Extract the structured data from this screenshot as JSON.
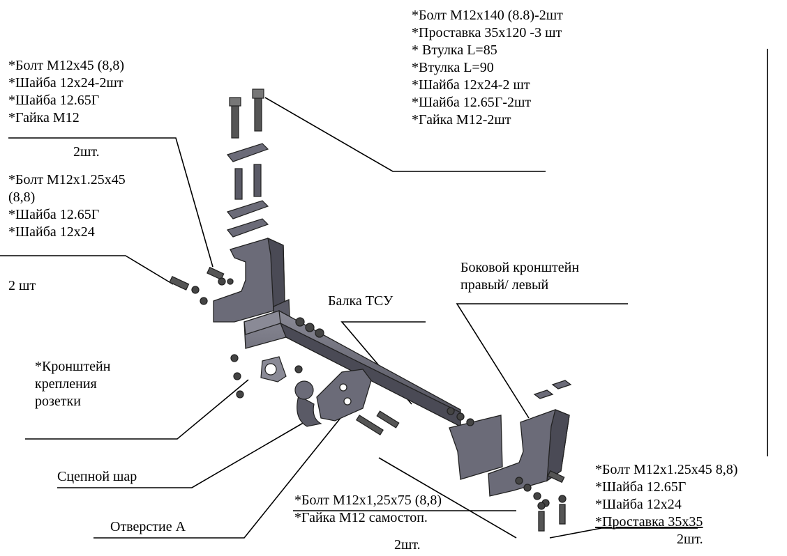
{
  "top_right_block": [
    "*Болт М12х140 (8.8)-2шт",
    "*Проставка 35х120 -3 шт",
    "* Втулка L=85",
    "*Втулка  L=90",
    "*Шайба 12х24-2 шт",
    "*Шайба 12.65Г-2шт",
    "*Гайка М12-2шт"
  ],
  "top_left_block": [
    "*Болт М12х45 (8,8)",
    "*Шайба 12х24-2шт",
    "*Шайба 12.65Г",
    "*Гайка М12"
  ],
  "top_left_qty": "2шт.",
  "mid_left_block": [
    "*Болт М12х1.25х45",
    "(8,8)",
    "*Шайба 12.65Г",
    "*Шайба 12х24"
  ],
  "mid_left_qty": "2 шт",
  "side_bracket_label": [
    "Боковой кронштейн",
    "правый/ левый"
  ],
  "beam_label": "Балка ТСУ",
  "socket_bracket_label": [
    "*Кронштейн",
    "крепления",
    "розетки"
  ],
  "ball_label": "Сцепной шар",
  "hole_label": "Отверстие А",
  "bottom_center_block": [
    "*Болт М12х1,25х75 (8,8)",
    "*Гайка М12 самостоп."
  ],
  "bottom_center_qty": "2шт.",
  "bottom_right_block": [
    "*Болт М12х1.25х45 8,8)",
    "*Шайба 12.65Г",
    "*Шайба 12х24",
    "*Проставка 35х35"
  ],
  "bottom_right_qty": "2шт.",
  "colors": {
    "part_fill": "#6b6b78",
    "part_light": "#9a9aa6",
    "part_dark": "#3e3e48",
    "line": "#000000"
  }
}
